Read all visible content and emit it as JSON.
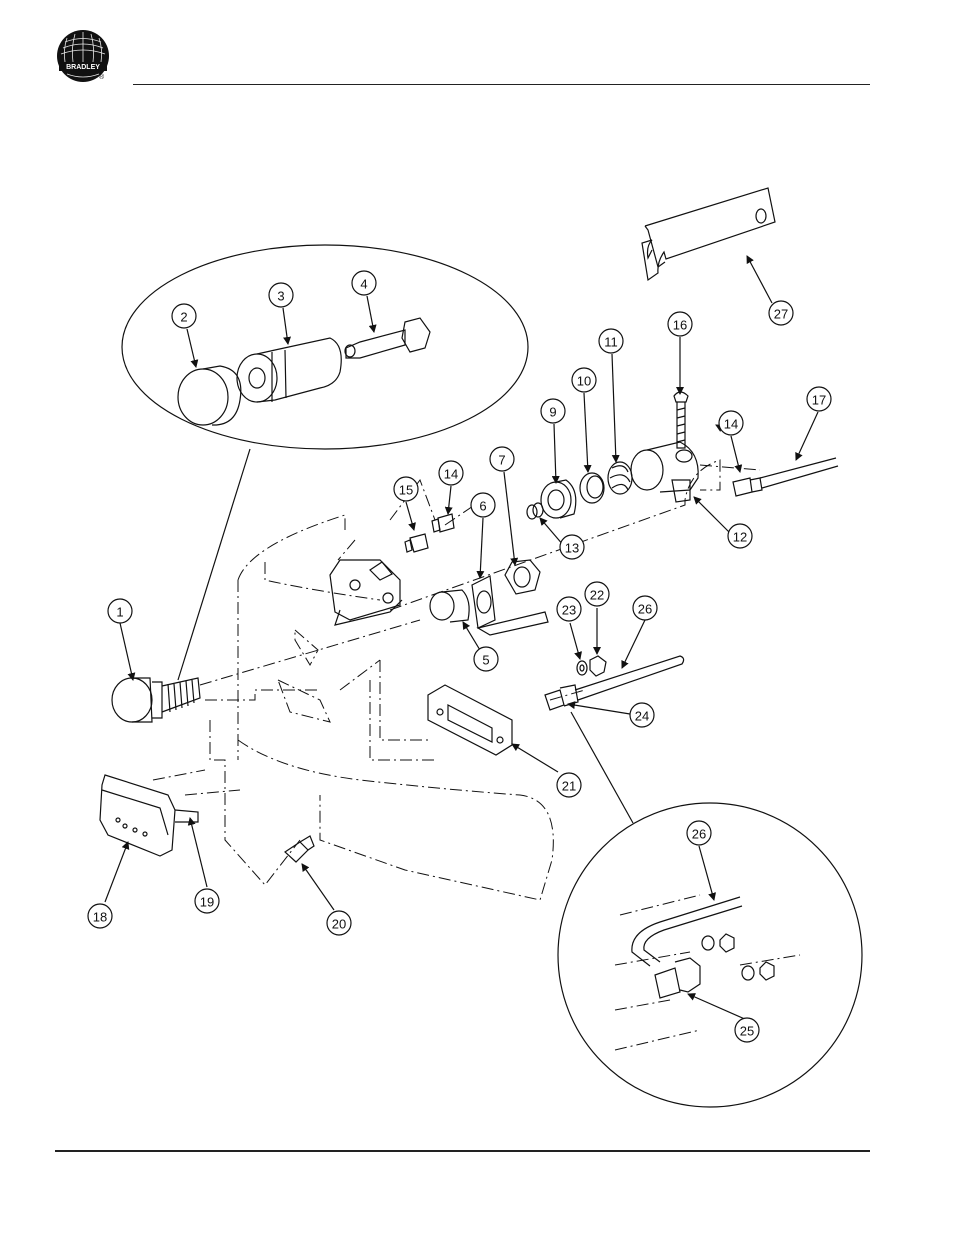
{
  "brand": {
    "name": "BRADLEY",
    "registered": "®"
  },
  "callouts": [
    "1",
    "2",
    "3",
    "4",
    "5",
    "6",
    "7",
    "9",
    "10",
    "11",
    "12",
    "13",
    "14",
    "15",
    "16",
    "17",
    "18",
    "19",
    "20",
    "21",
    "22",
    "23",
    "24",
    "25",
    "26",
    "27"
  ],
  "callout_repeats": {
    "14b": "14",
    "26b": "26"
  }
}
